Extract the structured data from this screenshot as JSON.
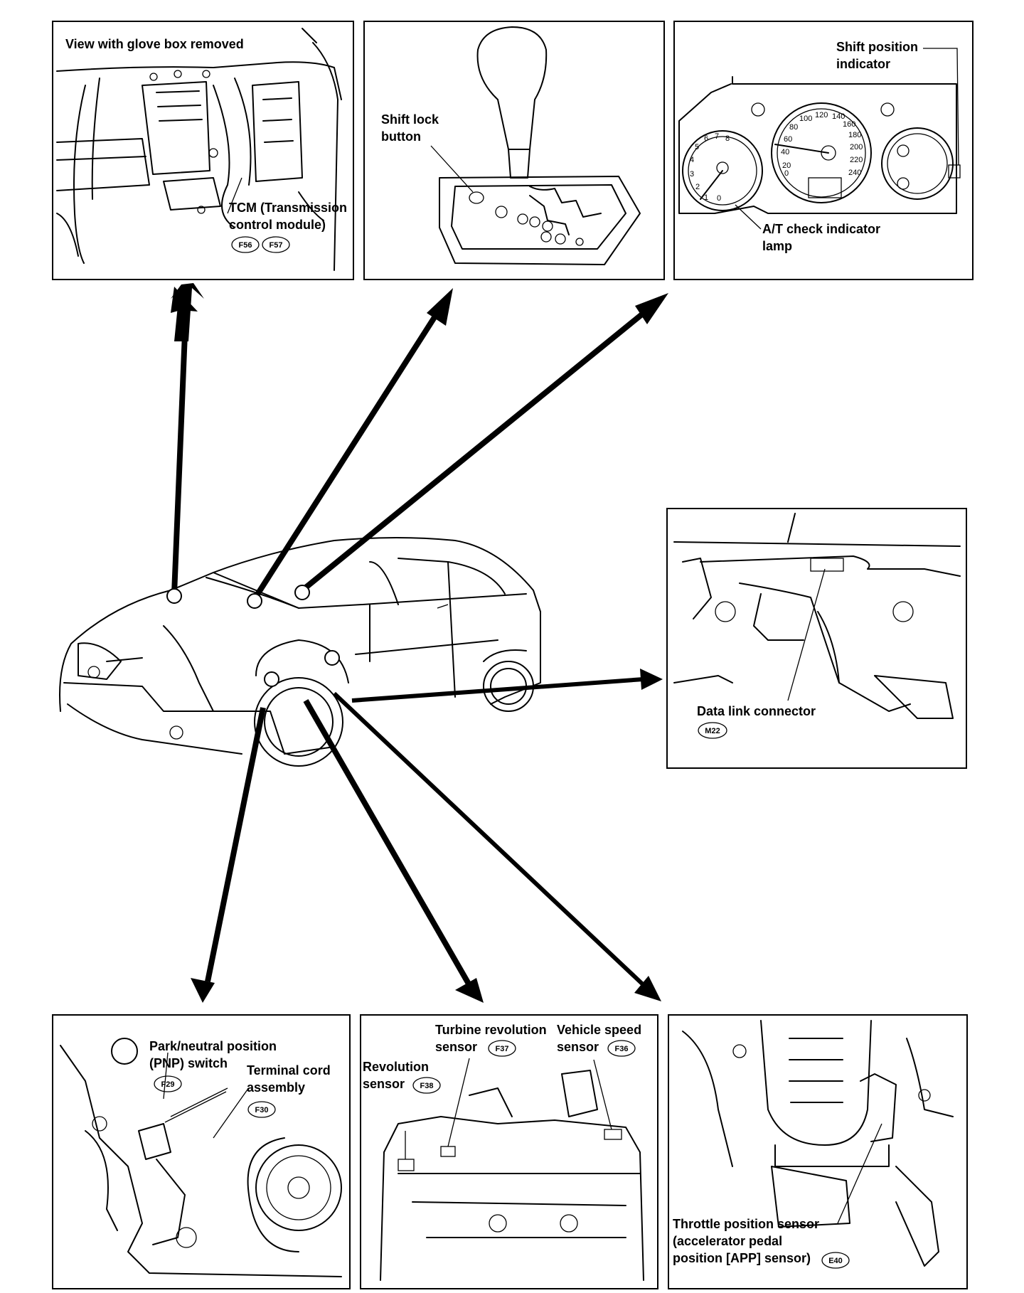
{
  "panels": {
    "tcm": {
      "header": "View with glove box removed",
      "label_line1": "TCM (Transmission",
      "label_line2": "control module)",
      "connectors": [
        "F56",
        "F57"
      ]
    },
    "shift_lock": {
      "label_line1": "Shift lock",
      "label_line2": "button"
    },
    "cluster": {
      "shift_indicator_line1": "Shift position",
      "shift_indicator_line2": "indicator",
      "at_lamp_line1": "A/T check indicator",
      "at_lamp_line2": "lamp",
      "speed_scale": [
        "0",
        "20",
        "40",
        "60",
        "80",
        "100",
        "120",
        "140",
        "160",
        "180",
        "200",
        "220",
        "240"
      ],
      "tach_scale": [
        "0",
        "1",
        "2",
        "3",
        "4",
        "5",
        "6",
        "7",
        "8"
      ]
    },
    "data_link": {
      "label": "Data link connector",
      "connector": "M22"
    },
    "pnp": {
      "pnp_line1": "Park/neutral position",
      "pnp_line2": "(PNP) switch",
      "pnp_connector": "F29",
      "terminal_line1": "Terminal cord",
      "terminal_line2": "assembly",
      "terminal_connector": "F30"
    },
    "sensors": {
      "turbine_line1": "Turbine revolution",
      "turbine_line2": "sensor",
      "turbine_connector": "F37",
      "vss_line1": "Vehicle speed",
      "vss_line2": "sensor",
      "vss_connector": "F36",
      "rev_line1": "Revolution",
      "rev_line2": "sensor",
      "rev_connector": "F38"
    },
    "tps": {
      "line1": "Throttle position sensor",
      "line2": "(accelerator pedal",
      "line3": "position [APP] sensor)",
      "connector": "E40"
    }
  }
}
